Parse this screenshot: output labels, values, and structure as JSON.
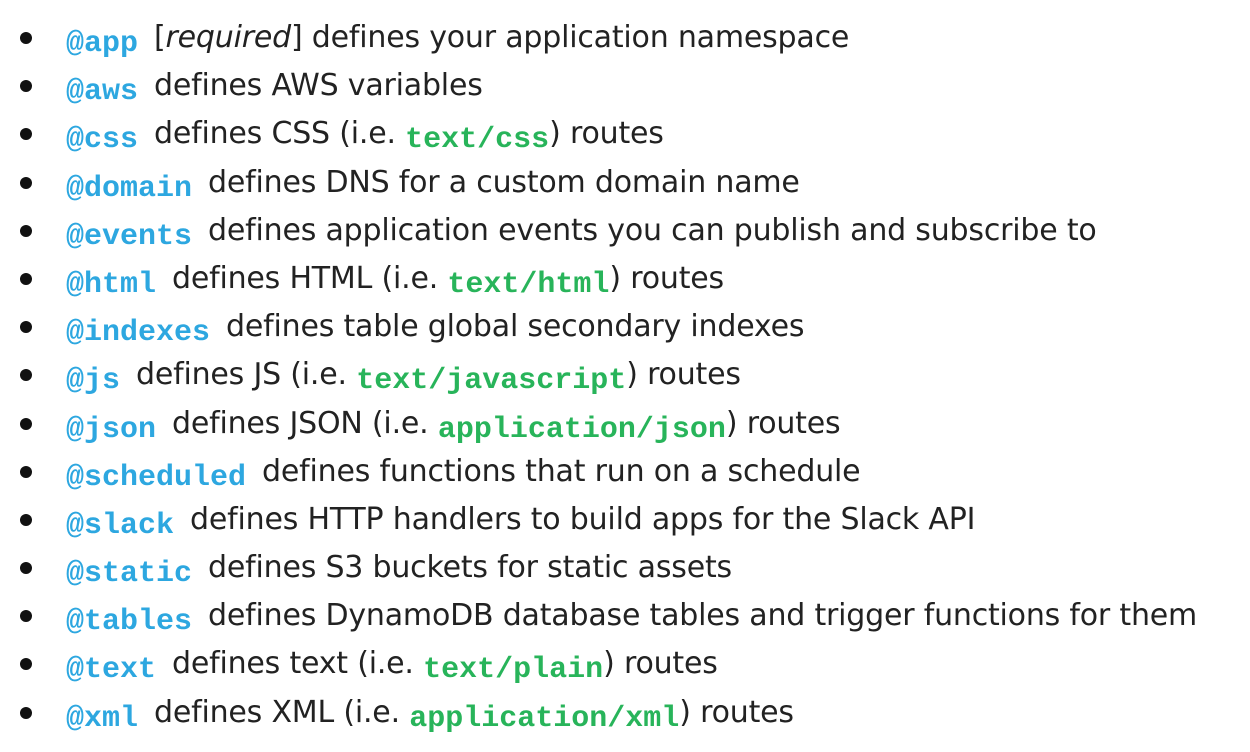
{
  "colors": {
    "pragma": "#2da7e0",
    "mime": "#28b45a",
    "text": "#222222"
  },
  "items": [
    {
      "pragma": "@app",
      "pre": "[",
      "note": "required",
      "desc": "] defines your application namespace"
    },
    {
      "pragma": "@aws",
      "desc": "defines AWS variables"
    },
    {
      "pragma": "@css",
      "desc": "defines CSS (i.e. ",
      "mime": "text/css",
      "post": ") routes"
    },
    {
      "pragma": "@domain",
      "desc": "defines DNS for a custom domain name"
    },
    {
      "pragma": "@events",
      "desc": "defines application events you can publish and subscribe to"
    },
    {
      "pragma": "@html",
      "desc": "defines HTML (i.e. ",
      "mime": "text/html",
      "post": ") routes"
    },
    {
      "pragma": "@indexes",
      "desc": "defines table global secondary indexes"
    },
    {
      "pragma": "@js",
      "desc": "defines JS (i.e. ",
      "mime": "text/javascript",
      "post": ") routes"
    },
    {
      "pragma": "@json",
      "desc": "defines JSON (i.e. ",
      "mime": "application/json",
      "post": ") routes"
    },
    {
      "pragma": "@scheduled",
      "desc": "defines functions that run on a schedule"
    },
    {
      "pragma": "@slack",
      "desc": "defines HTTP handlers to build apps for the Slack API"
    },
    {
      "pragma": "@static",
      "desc": "defines S3 buckets for static assets"
    },
    {
      "pragma": "@tables",
      "desc": "defines DynamoDB database tables and trigger functions for them"
    },
    {
      "pragma": "@text",
      "desc": "defines text (i.e. ",
      "mime": "text/plain",
      "post": ") routes"
    },
    {
      "pragma": "@xml",
      "desc": "defines XML (i.e. ",
      "mime": "application/xml",
      "post": ") routes"
    }
  ]
}
